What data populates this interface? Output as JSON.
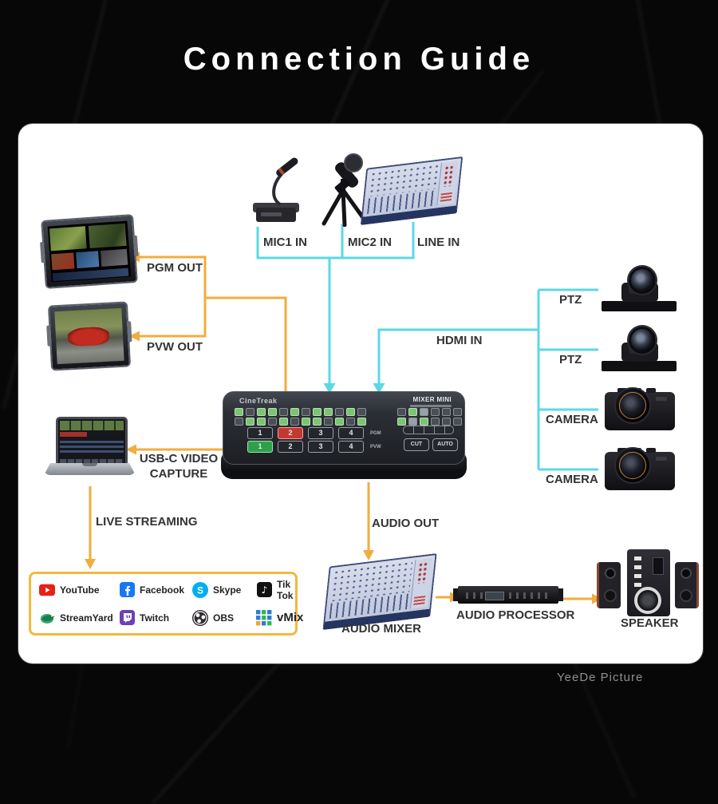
{
  "title": "Connection Guide",
  "watermark": "YeeDe Picture",
  "colors": {
    "input_line": "#5bd8e6",
    "output_line": "#f1ad3e",
    "label_text": "#333333",
    "platform_box_border": "#f0b93f",
    "card_background": "#ffffff",
    "page_background": "#070708"
  },
  "labels": {
    "mic1_in": "MIC1 IN",
    "mic2_in": "MIC2 IN",
    "line_in": "LINE IN",
    "hdmi_in": "HDMI IN",
    "pgm_out": "PGM OUT",
    "pvw_out": "PVW OUT",
    "usb_line1": "USB-C VIDEO",
    "usb_line2": "CAPTURE",
    "live_streaming": "LIVE STREAMING",
    "audio_out": "AUDIO OUT",
    "audio_mixer": "AUDIO MIXER",
    "audio_processor": "AUDIO PROCESSOR",
    "speaker": "SPEAKER",
    "ptz_top": "PTZ",
    "ptz_bottom": "PTZ",
    "camera_top": "CAMERA",
    "camera_bottom": "CAMERA"
  },
  "switcher": {
    "brand": "CineTreak",
    "model": "MIXER MINI",
    "sources": [
      "1",
      "2",
      "3",
      "4"
    ],
    "pgm": "PGM",
    "pvw": "PVW",
    "cut": "CUT",
    "auto": "AUTO"
  },
  "platforms": {
    "items": [
      {
        "label": "YouTube"
      },
      {
        "label": "Facebook"
      },
      {
        "label": "Skype"
      },
      {
        "label": "Tik Tok"
      },
      {
        "label": "StreamYard"
      },
      {
        "label": "Twitch"
      },
      {
        "label": "OBS"
      },
      {
        "label": "vMix"
      }
    ]
  }
}
